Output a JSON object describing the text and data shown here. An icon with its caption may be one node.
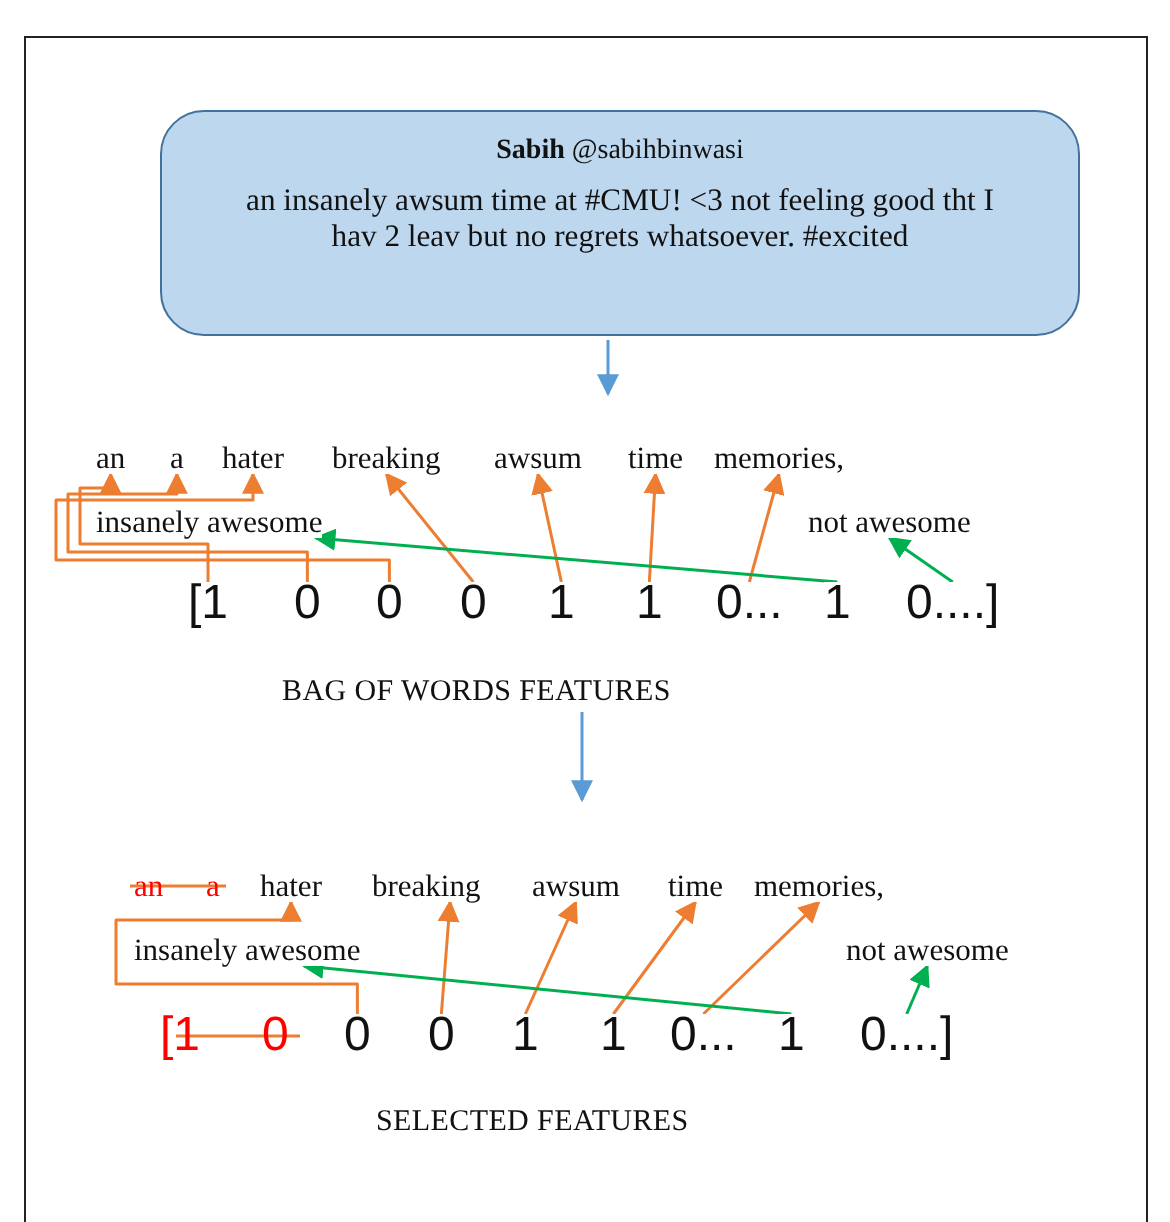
{
  "diagram": {
    "nodes": [
      {
        "text": [
          "**Sabih** @sabihbinwasi",
          "an insanely awsum time at #CMU! <3 not feeling good tht I hav 2 leav but no regrets whatsoever. #excited"
        ]
      },
      {
        "text": [
          "an"
        ]
      },
      {
        "text": [
          "a"
        ]
      },
      {
        "text": [
          "hater"
        ]
      },
      {
        "text": [
          "breaking"
        ]
      },
      {
        "text": [
          "awsum"
        ]
      },
      {
        "text": [
          "time"
        ]
      },
      {
        "text": [
          "memories,"
        ]
      },
      {
        "text": [
          "insanely awesome"
        ]
      },
      {
        "text": [
          "not awesome"
        ]
      },
      {
        "text": [
          "[1"
        ]
      },
      {
        "text": [
          "0"
        ]
      },
      {
        "text": [
          "0"
        ]
      },
      {
        "text": [
          "0"
        ]
      },
      {
        "text": [
          "1"
        ]
      },
      {
        "text": [
          "1"
        ]
      },
      {
        "text": [
          "0..."
        ]
      },
      {
        "text": [
          "1"
        ]
      },
      {
        "text": [
          "0....]"
        ]
      },
      {
        "text": [
          "BAG OF WORDS FEATURES"
        ]
      },
      {
        "text": [
          "hater"
        ]
      },
      {
        "text": [
          "breaking"
        ]
      },
      {
        "text": [
          "awsum"
        ]
      },
      {
        "text": [
          "time"
        ]
      },
      {
        "text": [
          "memories,"
        ]
      },
      {
        "text": [
          "insanely awesome"
        ]
      },
      {
        "text": [
          "not awesome"
        ]
      },
      {
        "text": [
          "0"
        ]
      },
      {
        "text": [
          "0"
        ]
      },
      {
        "text": [
          "1"
        ]
      },
      {
        "text": [
          "1"
        ]
      },
      {
        "text": [
          "0..."
        ]
      },
      {
        "text": [
          "1"
        ]
      },
      {
        "text": [
          "0....]"
        ]
      }
    ],
    "edges": [
      {
        "from": 0,
        "to": null,
        "arrow": "to",
        "color": "#5b9bd5"
      },
      {
        "from": 10,
        "to": 1,
        "arrow": "to"
      },
      {
        "from": 11,
        "to": 2,
        "arrow": "to"
      },
      {
        "from": 12,
        "to": 3,
        "arrow": "to"
      },
      {
        "from": 13,
        "to": 4,
        "arrow": "to"
      },
      {
        "from": 14,
        "to": 5,
        "arrow": "to"
      },
      {
        "from": 15,
        "to": 6,
        "arrow": "to"
      },
      {
        "from": 16,
        "to": 7,
        "arrow": "to"
      },
      {
        "from": 17,
        "to": 8,
        "arrow": "to",
        "color": "#00b050"
      },
      {
        "from": 18,
        "to": 9,
        "arrow": "to",
        "color": "#00b050"
      },
      {
        "from": 19,
        "to": null,
        "arrow": "to",
        "color": "#5b9bd5"
      },
      {
        "from": 27,
        "to": 20,
        "arrow": "to"
      },
      {
        "from": 28,
        "to": 21,
        "arrow": "to"
      },
      {
        "from": 29,
        "to": 22,
        "arrow": "to"
      },
      {
        "from": 30,
        "to": 23,
        "arrow": "to"
      },
      {
        "from": 31,
        "to": 24,
        "arrow": "to"
      },
      {
        "from": 32,
        "to": 25,
        "arrow": "to",
        "color": "#00b050"
      },
      {
        "from": 33,
        "to": 26,
        "arrow": "to",
        "color": "#00b050"
      }
    ],
    "labels": [
      "an",
      "a",
      "[1",
      "0",
      "SELECTED FEATURES"
    ]
  }
}
